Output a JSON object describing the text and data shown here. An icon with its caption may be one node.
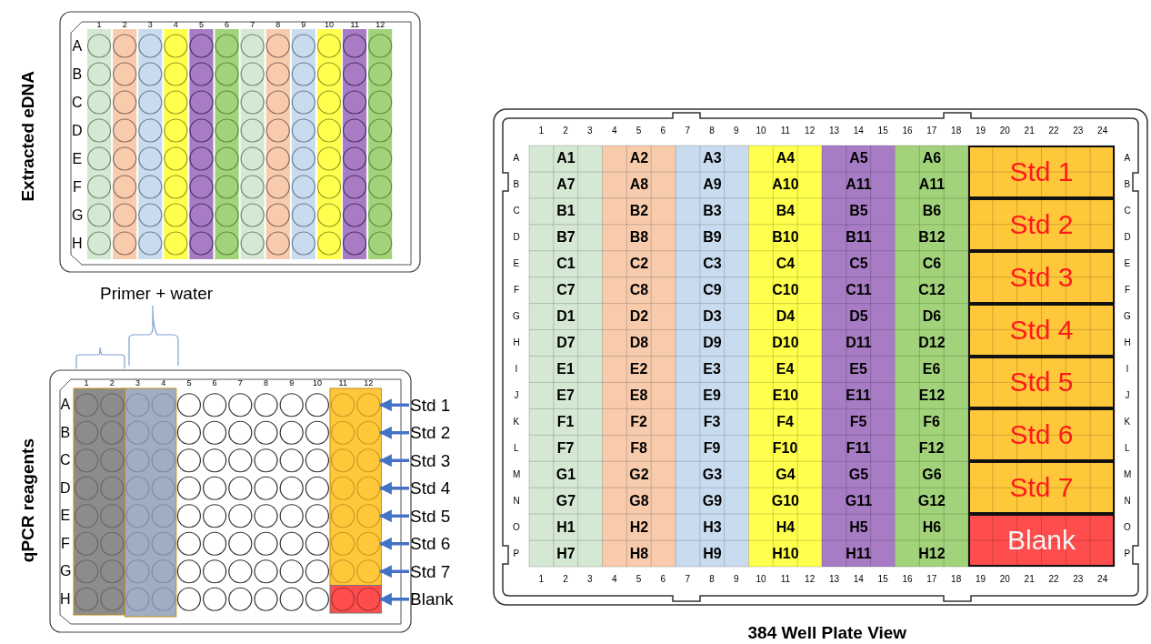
{
  "diagram": {
    "caption": "384 Well Plate View",
    "nodes": [
      {
        "text": [
          "Std 1"
        ]
      },
      {
        "text": [
          "Std 2"
        ]
      },
      {
        "text": [
          "Std 3"
        ]
      },
      {
        "text": [
          "Std 4"
        ]
      },
      {
        "text": [
          "Std 5"
        ]
      },
      {
        "text": [
          "Std 6"
        ]
      },
      {
        "text": [
          "Std 7"
        ]
      },
      {
        "text": [
          "Blank"
        ]
      },
      {
        "text": [
          "Std 1"
        ]
      },
      {
        "text": [
          "Std 2"
        ]
      },
      {
        "text": [
          "Std 3"
        ]
      },
      {
        "text": [
          "Std 4"
        ]
      },
      {
        "text": [
          "Std 5"
        ]
      },
      {
        "text": [
          "Std 6"
        ]
      },
      {
        "text": [
          "Std 7"
        ]
      },
      {
        "text": [
          "Blank"
        ]
      },
      {
        "text": [],
        "shape": "circle"
      },
      {
        "text": [],
        "shape": "circle"
      },
      {
        "text": [],
        "shape": "circle"
      },
      {
        "text": [],
        "shape": "circle"
      },
      {
        "text": [],
        "shape": "circle"
      },
      {
        "text": [],
        "shape": "circle"
      },
      {
        "text": [],
        "shape": "circle"
      },
      {
        "text": [],
        "shape": "circle"
      }
    ],
    "edges": [
      {
        "from": 0,
        "to": 16,
        "arrow": "to"
      },
      {
        "from": 1,
        "to": 17,
        "arrow": "to"
      },
      {
        "from": 2,
        "to": 18,
        "arrow": "to"
      },
      {
        "from": 3,
        "to": 19,
        "arrow": "to"
      },
      {
        "from": 4,
        "to": 20,
        "arrow": "to"
      },
      {
        "from": 5,
        "to": 21,
        "arrow": "to"
      },
      {
        "from": 6,
        "to": 22,
        "arrow": "to"
      },
      {
        "from": 7,
        "to": 23,
        "arrow": "to"
      }
    ],
    "labels": [
      "Extracted eDNA",
      "1",
      "2",
      "3",
      "4",
      "5",
      "6",
      "7",
      "8",
      "9",
      "10",
      "11",
      "12",
      "A",
      "B",
      "C",
      "D",
      "E",
      "F",
      "G",
      "H",
      "Primer + water",
      "qPCR reagents",
      "1",
      "2",
      "3",
      "4",
      "5",
      "6",
      "7",
      "8",
      "9",
      "10",
      "11",
      "12",
      "A",
      "B",
      "C",
      "D",
      "E",
      "F",
      "G",
      "H",
      "1",
      "2",
      "3",
      "4",
      "5",
      "6",
      "7",
      "8",
      "9",
      "10",
      "11",
      "12",
      "13",
      "14",
      "15",
      "16",
      "17",
      "18",
      "19",
      "20",
      "21",
      "22",
      "23",
      "24",
      "A",
      "B",
      "C",
      "D",
      "E",
      "F",
      "G",
      "H",
      "I",
      "J",
      "K",
      "L",
      "M",
      "N",
      "O",
      "P",
      "A",
      "B",
      "C",
      "D",
      "E",
      "F",
      "G",
      "H",
      "I",
      "J",
      "K",
      "L",
      "M",
      "N",
      "O",
      "P",
      "A1",
      "A2",
      "A3",
      "A4",
      "A5",
      "A6",
      "A7",
      "A8",
      "A9",
      "A10",
      "A11",
      "A11",
      "B1",
      "B2",
      "B3",
      "B4",
      "B5",
      "B6",
      "B7",
      "B8",
      "B9",
      "B10",
      "B11",
      "B12",
      "C1",
      "C2",
      "C3",
      "C4",
      "C5",
      "C6",
      "C7",
      "C8",
      "C9",
      "C10",
      "C11",
      "C12",
      "D1",
      "D2",
      "D3",
      "D4",
      "D5",
      "D6",
      "D7",
      "D8",
      "D9",
      "D10",
      "D11",
      "D12",
      "E1",
      "E2",
      "E3",
      "E4",
      "E5",
      "E6",
      "E7",
      "E8",
      "E9",
      "E10",
      "E11",
      "E12",
      "F1",
      "F2",
      "F3",
      "F4",
      "F5",
      "F6",
      "F7",
      "F8",
      "F9",
      "F10",
      "F11",
      "F12",
      "G1",
      "G2",
      "G3",
      "G4",
      "G5",
      "G6",
      "G7",
      "G8",
      "G9",
      "G10",
      "G11",
      "G12",
      "H1",
      "H2",
      "H3",
      "H4",
      "H5",
      "H6",
      "H7",
      "H8",
      "H9",
      "H10",
      "H11",
      "H12",
      "1",
      "2",
      "3",
      "4",
      "5",
      "6",
      "7",
      "8",
      "9",
      "10",
      "11",
      "12",
      "13",
      "14",
      "15",
      "16",
      "17",
      "18",
      "19",
      "20",
      "21",
      "22",
      "23",
      "24"
    ]
  }
}
